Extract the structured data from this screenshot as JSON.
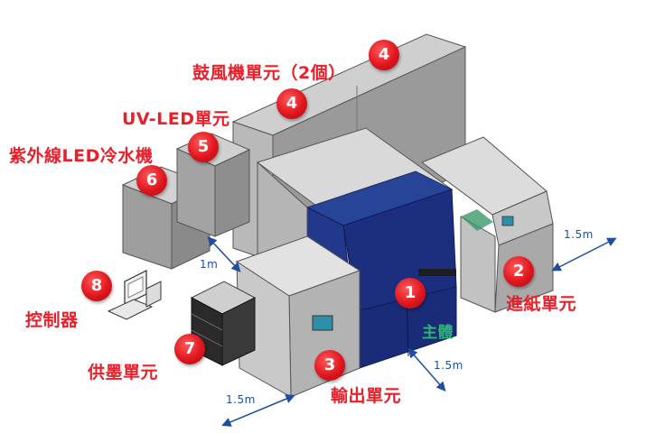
{
  "labels": {
    "blower": "鼓風機單元（2個）",
    "uvled": "UV-LED單元",
    "chiller": "紫外線LED冷水機",
    "feeder": "進紙單元",
    "main": "主體",
    "output": "輸出單元",
    "ink": "供墨單元",
    "controller": "控制器"
  },
  "badges": {
    "main": "1",
    "feeder": "2",
    "output": "3",
    "blower_top": "4",
    "blower_mid": "4",
    "uvled": "5",
    "chiller": "6",
    "ink": "7",
    "controller": "8"
  },
  "dimensions": {
    "right": "1.5m",
    "left": "1m",
    "front_right": "1.5m",
    "front_left": "1.5m"
  },
  "colors": {
    "label_red": "#e8202a",
    "main_green": "#2bb673",
    "dim_blue": "#1f4e9e",
    "body_navy": "#1c2f7e"
  }
}
